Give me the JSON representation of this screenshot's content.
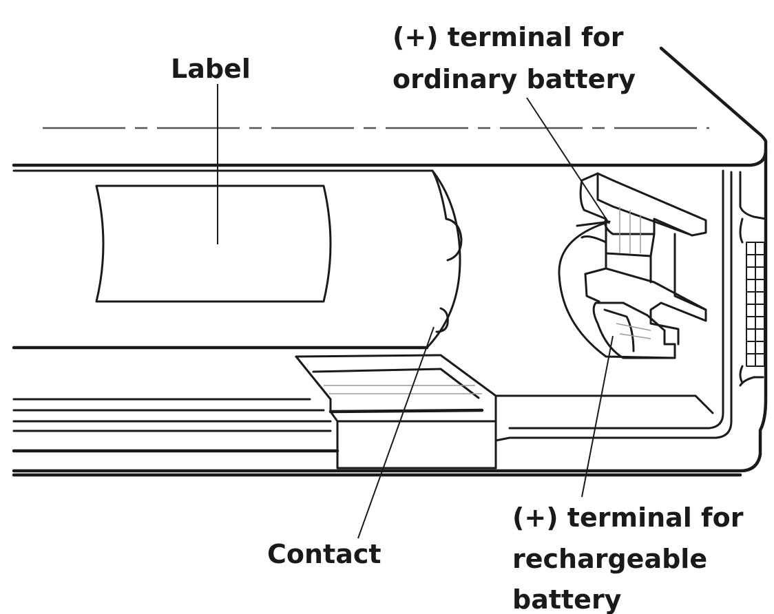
{
  "labels": {
    "label": "Label",
    "ordinary_line1": "(+) terminal for",
    "ordinary_line2": "ordinary battery",
    "contact": "Contact",
    "rechargeable_line1": "(+) terminal for",
    "rechargeable_line2": "rechargeable",
    "rechargeable_line3": "battery"
  }
}
